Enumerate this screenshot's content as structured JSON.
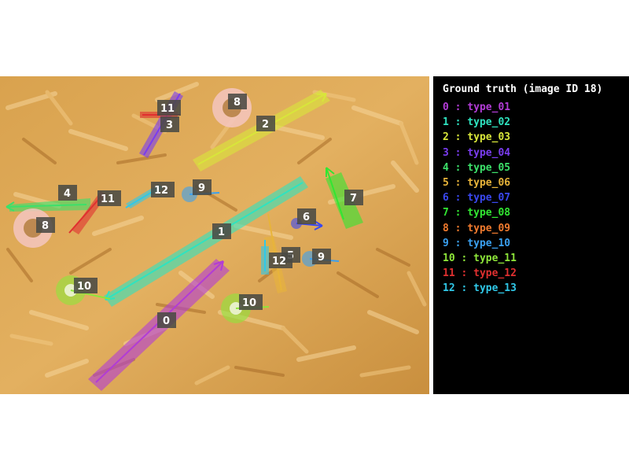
{
  "legend": {
    "title": "Ground truth (image ID 18)",
    "entries": [
      {
        "id": "0",
        "name": "type_01",
        "color": "#b23cd6"
      },
      {
        "id": "1",
        "name": "type_02",
        "color": "#2fe3c0"
      },
      {
        "id": "2",
        "name": "type_03",
        "color": "#d8e63a"
      },
      {
        "id": "3",
        "name": "type_04",
        "color": "#7a3cf0"
      },
      {
        "id": "4",
        "name": "type_05",
        "color": "#3ce06a"
      },
      {
        "id": "5",
        "name": "type_06",
        "color": "#e8b43a"
      },
      {
        "id": "6",
        "name": "type_07",
        "color": "#3a48f0"
      },
      {
        "id": "7",
        "name": "type_08",
        "color": "#32e632"
      },
      {
        "id": "8",
        "name": "type_09",
        "color": "#f07a2e"
      },
      {
        "id": "9",
        "name": "type_10",
        "color": "#3aa0f0"
      },
      {
        "id": "10",
        "name": "type_11",
        "color": "#8ee63a"
      },
      {
        "id": "11",
        "name": "type_12",
        "color": "#e03030"
      },
      {
        "id": "12",
        "name": "type_13",
        "color": "#30c8e8"
      }
    ]
  },
  "annotations": [
    {
      "label": "0",
      "class_id": 0
    },
    {
      "label": "1",
      "class_id": 1
    },
    {
      "label": "2",
      "class_id": 2
    },
    {
      "label": "3",
      "class_id": 3
    },
    {
      "label": "4",
      "class_id": 4
    },
    {
      "label": "5",
      "class_id": 5
    },
    {
      "label": "6",
      "class_id": 6
    },
    {
      "label": "7",
      "class_id": 7
    },
    {
      "label": "8",
      "class_id": 8
    },
    {
      "label": "8",
      "class_id": 8
    },
    {
      "label": "9",
      "class_id": 9
    },
    {
      "label": "9",
      "class_id": 9
    },
    {
      "label": "10",
      "class_id": 10
    },
    {
      "label": "10",
      "class_id": 10
    },
    {
      "label": "11",
      "class_id": 11
    },
    {
      "label": "11",
      "class_id": 11
    },
    {
      "label": "12",
      "class_id": 12
    },
    {
      "label": "12",
      "class_id": 12
    }
  ]
}
